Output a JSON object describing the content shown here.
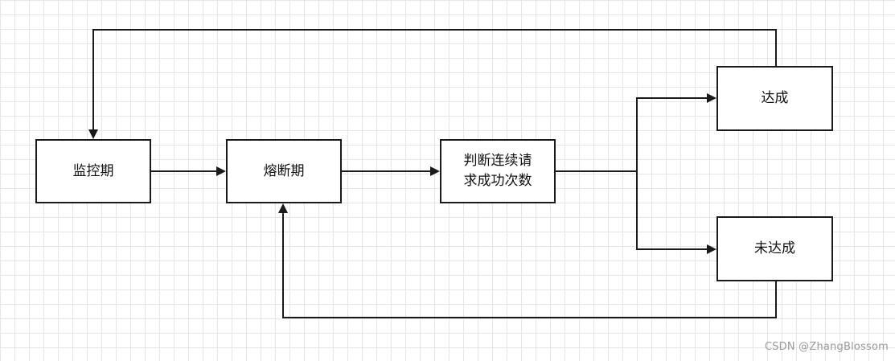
{
  "diagram": {
    "nodes": {
      "monitor": "监控期",
      "breaker": "熔断期",
      "judge": "判断连续请\n求成功次数",
      "reached": "达成",
      "not_reached": "未达成"
    },
    "edges": [
      {
        "from": "monitor",
        "to": "breaker"
      },
      {
        "from": "breaker",
        "to": "judge"
      },
      {
        "from": "judge",
        "to": "reached"
      },
      {
        "from": "judge",
        "to": "not_reached"
      },
      {
        "from": "reached",
        "to": "monitor"
      },
      {
        "from": "not_reached",
        "to": "breaker"
      }
    ]
  },
  "watermark": "CSDN @ZhangBlossom"
}
